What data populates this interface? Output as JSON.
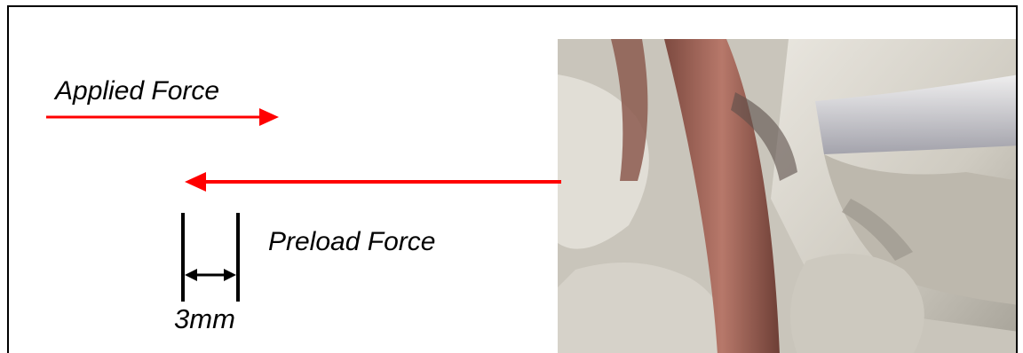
{
  "labels": {
    "applied_force": "Applied Force",
    "preload_force": "Preload Force",
    "displacement": "3mm"
  },
  "colors": {
    "arrow": "#ff0000",
    "dimension": "#000000",
    "bone": "#d8d5cc",
    "muscle": "#a8665a"
  }
}
